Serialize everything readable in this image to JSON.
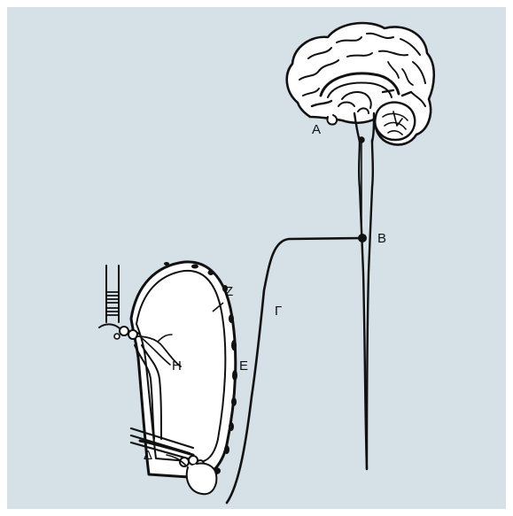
{
  "labels": {
    "A": "A",
    "B": "B",
    "G": "Γ",
    "D": "Δ",
    "E": "E",
    "Z": "Z",
    "H": "H"
  },
  "colors": {
    "panel_bg": "#d6e0e7",
    "ink": "#111111",
    "organ_fill": "#ffffff"
  },
  "icons": {
    "brain": "brain-icon",
    "spinal_cord": "spinal-cord-icon",
    "bladder": "bladder-icon"
  }
}
